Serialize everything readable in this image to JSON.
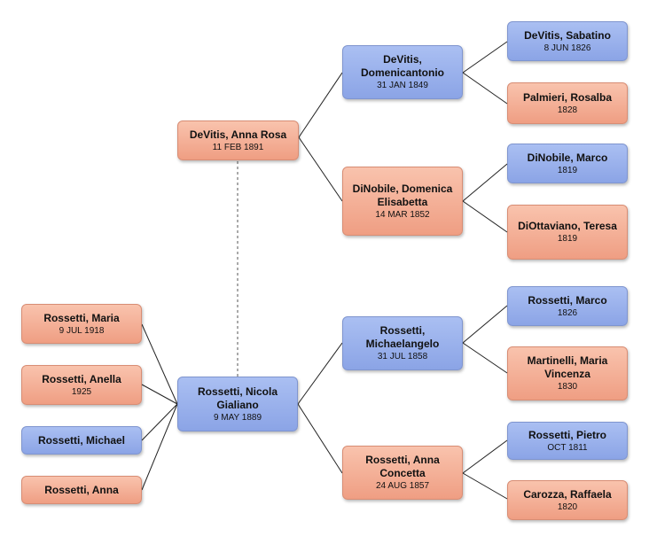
{
  "people": {
    "nicola": {
      "name": "Rossetti, Nicola Gialiano",
      "date": "9 MAY 1889"
    },
    "anna_rosa": {
      "name": "DeVitis, Anna Rosa",
      "date": "11 FEB 1891"
    },
    "domenicant": {
      "name": "DeVitis, Domenicantonio",
      "date": "31 JAN 1849"
    },
    "domenica": {
      "name": "DiNobile, Domenica Elisabetta",
      "date": "14 MAR 1852"
    },
    "sabatino": {
      "name": "DeVitis, Sabatino",
      "date": "8 JUN 1826"
    },
    "rosalba": {
      "name": "Palmieri, Rosalba",
      "date": "1828"
    },
    "marco_dn": {
      "name": "DiNobile, Marco",
      "date": "1819"
    },
    "teresa": {
      "name": "DiOttaviano, Teresa",
      "date": "1819"
    },
    "michaelang": {
      "name": "Rossetti, Michaelangelo",
      "date": "31 JUL 1858"
    },
    "anna_conc": {
      "name": "Rossetti, Anna Concetta",
      "date": "24 AUG 1857"
    },
    "marco_r": {
      "name": "Rossetti, Marco",
      "date": "1826"
    },
    "maria_v": {
      "name": "Martinelli, Maria Vincenza",
      "date": "1830"
    },
    "pietro": {
      "name": "Rossetti, Pietro",
      "date": "OCT 1811"
    },
    "raffaela": {
      "name": "Carozza, Raffaela",
      "date": "1820"
    },
    "maria": {
      "name": "Rossetti, Maria",
      "date": "9 JUL 1918"
    },
    "anella": {
      "name": "Rossetti, Anella",
      "date": "1925"
    },
    "michael": {
      "name": "Rossetti, Michael",
      "date": ""
    },
    "anna": {
      "name": "Rossetti, Anna",
      "date": ""
    }
  },
  "colors": {
    "male": "#9bb1ec",
    "female": "#f5b29a",
    "line": "#222222"
  }
}
